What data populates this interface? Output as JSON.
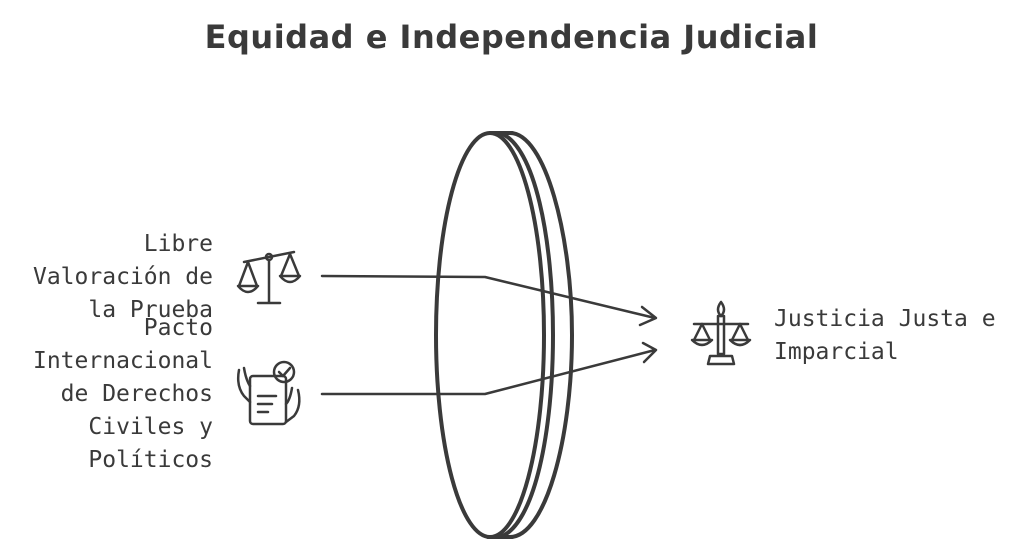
{
  "title": "Equidad e Independencia Judicial",
  "inputs": [
    {
      "label": "Libre\nValoración de\nla Prueba",
      "icon": "balance-scale-icon"
    },
    {
      "label": "Pacto\nInternacional\nde Derechos\nCiviles y\nPolíticos",
      "icon": "signed-document-icon"
    }
  ],
  "output": {
    "label": "Justicia Justa e\nImparcial",
    "icon": "justice-scale-icon"
  },
  "colors": {
    "stroke": "#3a3a3a",
    "background": "#ffffff"
  }
}
